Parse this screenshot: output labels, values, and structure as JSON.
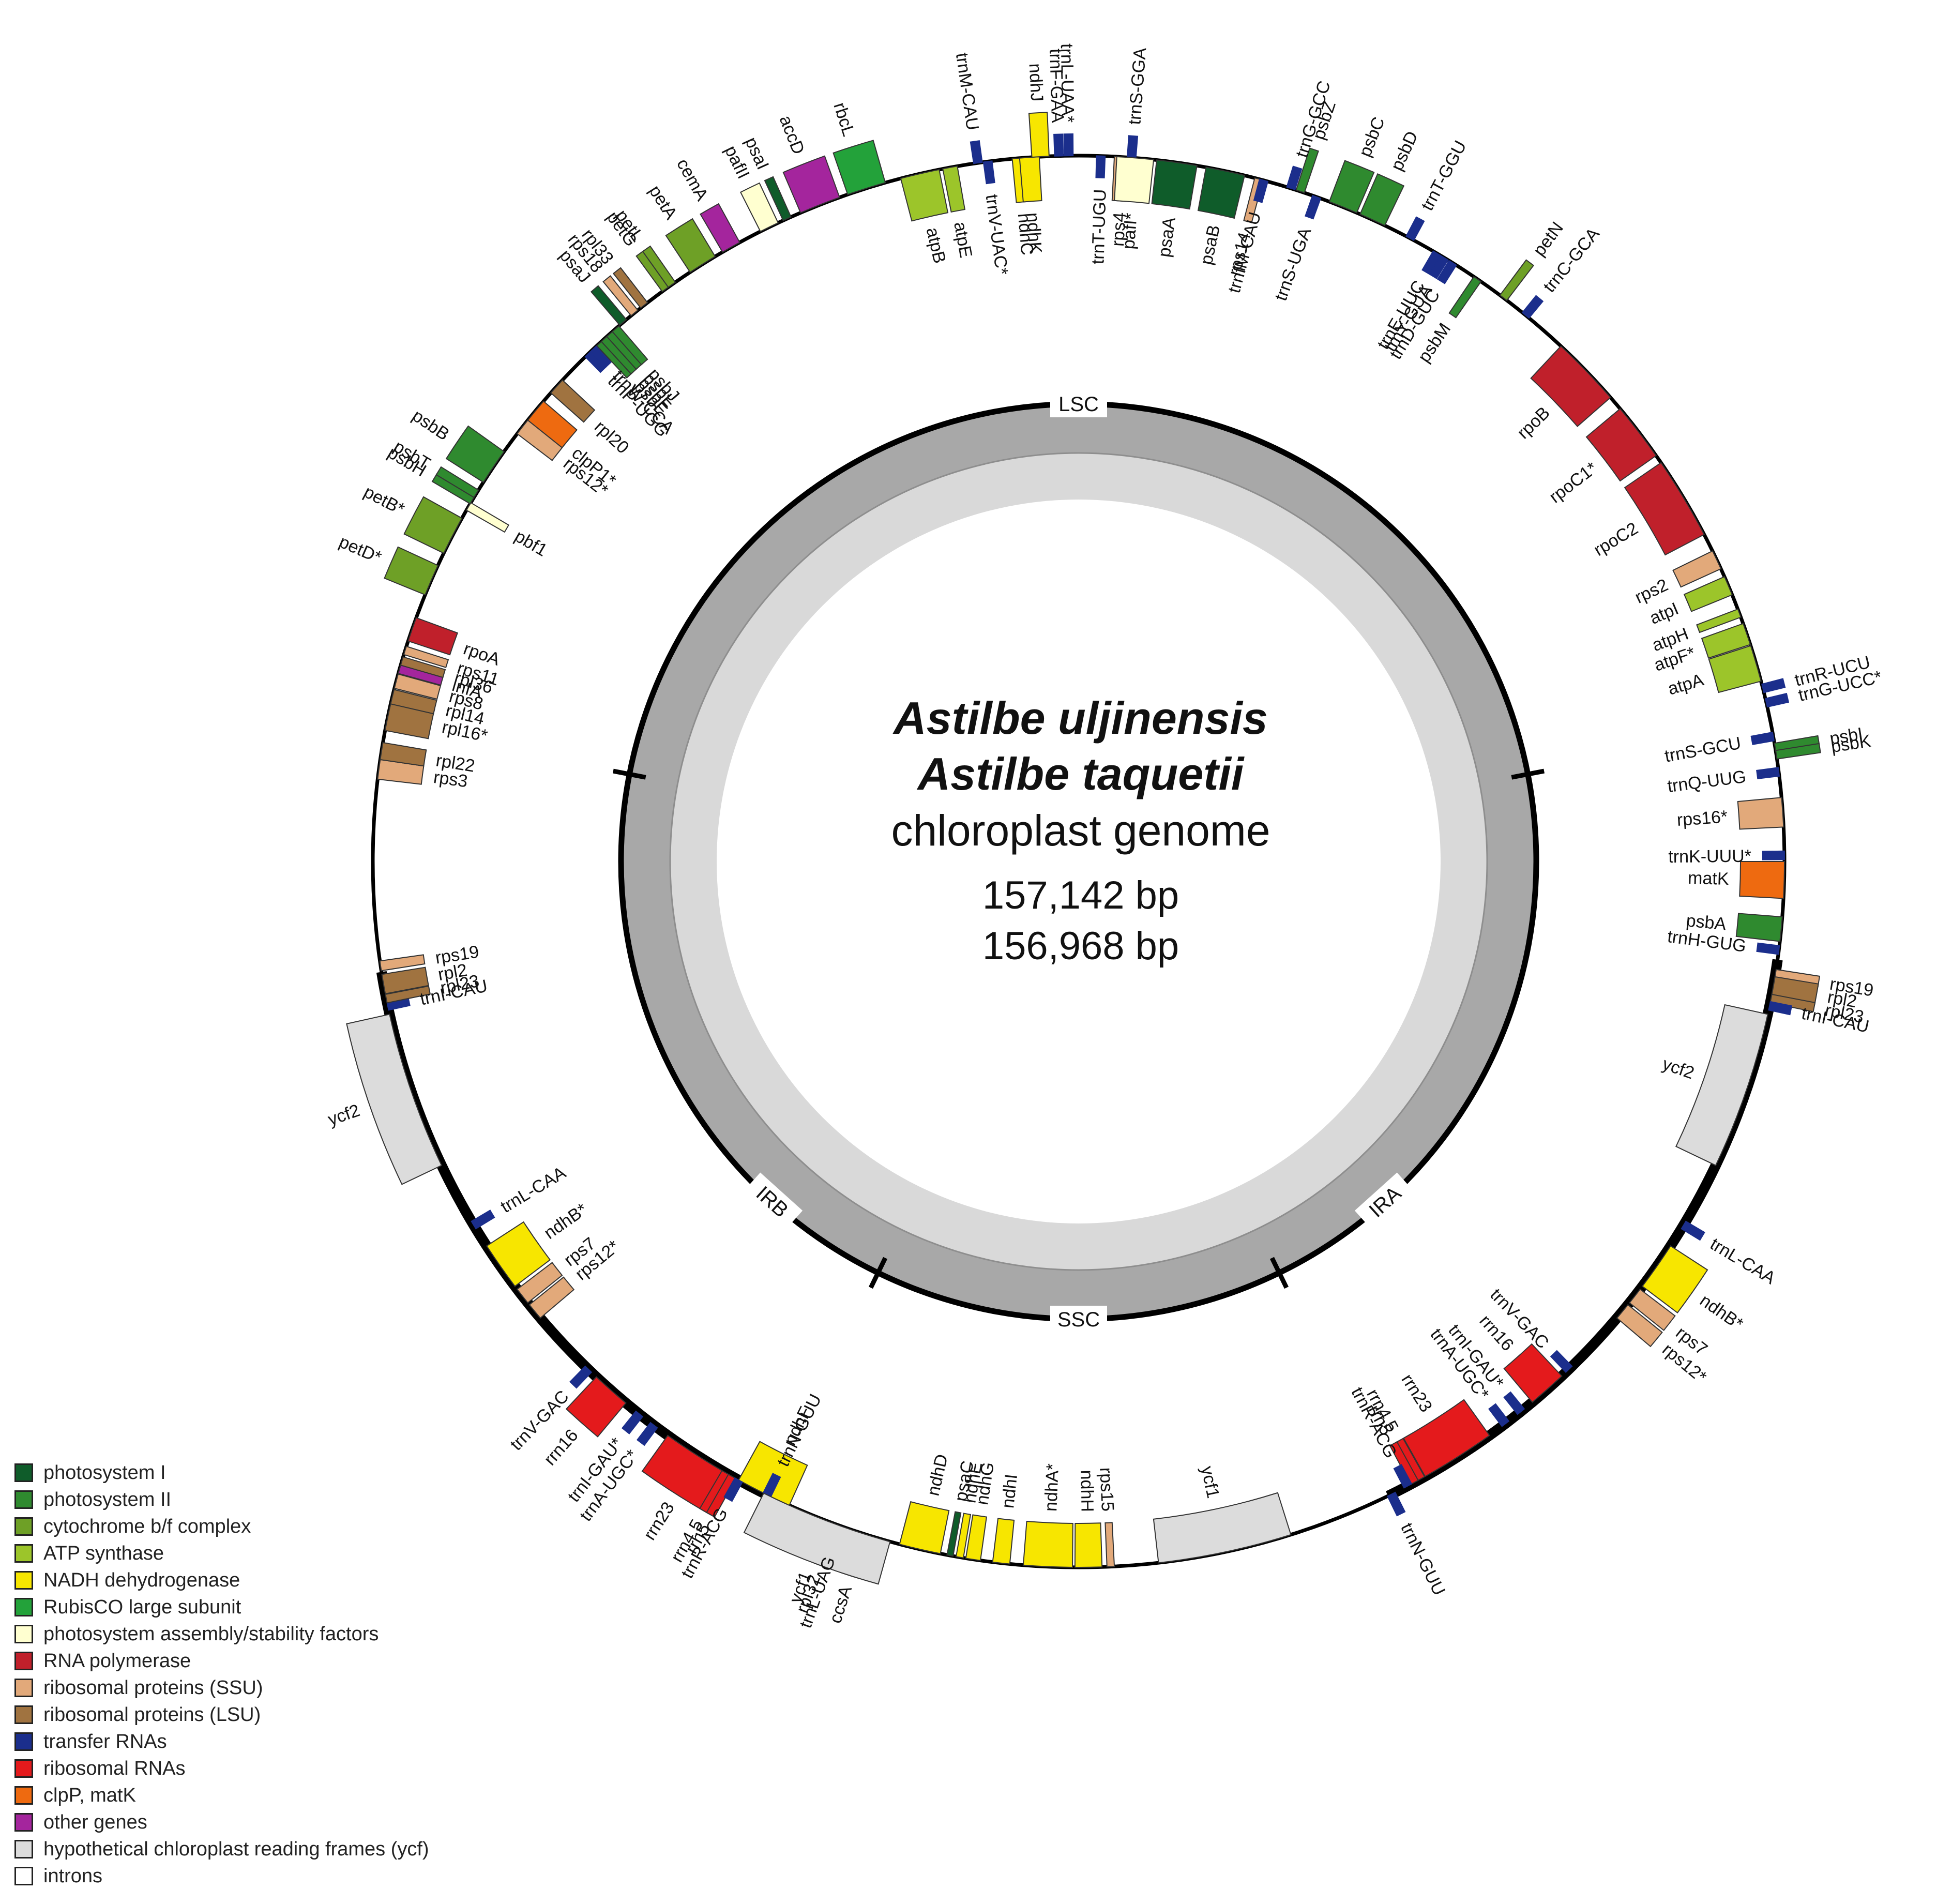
{
  "title": {
    "species_1": "Astilbe uljinensis",
    "species_2": "Astilbe taquetii",
    "subtitle": "chloroplast genome",
    "length_1": "157,142 bp",
    "length_2": "156,968 bp"
  },
  "regions": [
    {
      "label": "LSC"
    },
    {
      "label": "IRA"
    },
    {
      "label": "SSC"
    },
    {
      "label": "IRB"
    }
  ],
  "legend": [
    {
      "key": "psI",
      "label": "photosystem I",
      "color": "#0f5c2a"
    },
    {
      "key": "psII",
      "label": "photosystem II",
      "color": "#2f8a2f"
    },
    {
      "key": "cyt",
      "label": "cytochrome b/f complex",
      "color": "#6ea026"
    },
    {
      "key": "atp",
      "label": "ATP synthase",
      "color": "#9cc52a"
    },
    {
      "key": "ndh",
      "label": "NADH dehydrogenase",
      "color": "#f7e600"
    },
    {
      "key": "rbc",
      "label": "RubisCO large subunit",
      "color": "#23a23a"
    },
    {
      "key": "paf",
      "label": "photosystem assembly/stability factors",
      "color": "#ffffd0"
    },
    {
      "key": "rpo",
      "label": "RNA polymerase",
      "color": "#c0202b"
    },
    {
      "key": "ssu",
      "label": "ribosomal proteins (SSU)",
      "color": "#e2a97a"
    },
    {
      "key": "lsu",
      "label": "ribosomal proteins (LSU)",
      "color": "#a07340"
    },
    {
      "key": "trna",
      "label": "transfer RNAs",
      "color": "#1b2e8c"
    },
    {
      "key": "rrna",
      "label": "ribosomal RNAs",
      "color": "#e41a1c"
    },
    {
      "key": "clp",
      "label": "clpP, matK",
      "color": "#ee6a10"
    },
    {
      "key": "other",
      "label": "other genes",
      "color": "#a4259d"
    },
    {
      "key": "ycf",
      "label": "hypothetical chloroplast reading frames (ycf)",
      "color": "#dcdcdc"
    },
    {
      "key": "intron",
      "label": "introns",
      "color": "#ffffff"
    }
  ],
  "genes": [
    {
      "name": "psaA",
      "cat": "psI",
      "side": "in"
    },
    {
      "name": "psaB",
      "cat": "psI",
      "side": "in"
    },
    {
      "name": "rps14",
      "cat": "ssu",
      "side": "in"
    },
    {
      "name": "trnfM-CAU",
      "cat": "trna",
      "side": "in"
    },
    {
      "name": "trnG-GCC",
      "cat": "trna",
      "side": "out"
    },
    {
      "name": "psbZ",
      "cat": "psII",
      "side": "out"
    },
    {
      "name": "trnS-UGA",
      "cat": "trna",
      "side": "in"
    },
    {
      "name": "psbC",
      "cat": "psII",
      "side": "out"
    },
    {
      "name": "psbD",
      "cat": "psII",
      "side": "out"
    },
    {
      "name": "trnT-GGU",
      "cat": "trna",
      "side": "out"
    },
    {
      "name": "trnE-UUC",
      "cat": "trna",
      "side": "in"
    },
    {
      "name": "trnY-GUA",
      "cat": "trna",
      "side": "in"
    },
    {
      "name": "trnD-GUC",
      "cat": "trna",
      "side": "in"
    },
    {
      "name": "psbM",
      "cat": "psII",
      "side": "in"
    },
    {
      "name": "petN",
      "cat": "cyt",
      "side": "out"
    },
    {
      "name": "trnC-GCA",
      "cat": "trna",
      "side": "out"
    },
    {
      "name": "rpoB",
      "cat": "rpo",
      "side": "in"
    },
    {
      "name": "rpoC1*",
      "cat": "rpo",
      "side": "in"
    },
    {
      "name": "rpoC2",
      "cat": "rpo",
      "side": "in"
    },
    {
      "name": "rps2",
      "cat": "ssu",
      "side": "in"
    },
    {
      "name": "atpI",
      "cat": "atp",
      "side": "in"
    },
    {
      "name": "atpH",
      "cat": "atp",
      "side": "in"
    },
    {
      "name": "atpF*",
      "cat": "atp",
      "side": "in"
    },
    {
      "name": "atpA",
      "cat": "atp",
      "side": "in"
    },
    {
      "name": "trnR-UCU",
      "cat": "trna",
      "side": "out"
    },
    {
      "name": "trnG-UCC*",
      "cat": "trna",
      "side": "out"
    },
    {
      "name": "trnS-GCU",
      "cat": "trna",
      "side": "in"
    },
    {
      "name": "psbI",
      "cat": "psII",
      "side": "out"
    },
    {
      "name": "psbK",
      "cat": "psII",
      "side": "out"
    },
    {
      "name": "trnQ-UUG",
      "cat": "trna",
      "side": "in"
    },
    {
      "name": "rps16*",
      "cat": "ssu",
      "side": "in"
    },
    {
      "name": "trnK-UUU*",
      "cat": "trna",
      "side": "in"
    },
    {
      "name": "matK",
      "cat": "clp",
      "side": "in"
    },
    {
      "name": "psbA",
      "cat": "psII",
      "side": "in"
    },
    {
      "name": "trnH-GUG",
      "cat": "trna",
      "side": "in"
    },
    {
      "name": "rps19",
      "cat": "ssu",
      "side": "out"
    },
    {
      "name": "rpl2",
      "cat": "lsu",
      "side": "out"
    },
    {
      "name": "rpl23",
      "cat": "lsu",
      "side": "out"
    },
    {
      "name": "trnI-CAU",
      "cat": "trna",
      "side": "out"
    },
    {
      "name": "ycf2",
      "cat": "ycf",
      "side": "in"
    },
    {
      "name": "trnL-CAA",
      "cat": "trna",
      "side": "out"
    },
    {
      "name": "ndhB*",
      "cat": "ndh",
      "side": "out"
    },
    {
      "name": "rps7",
      "cat": "ssu",
      "side": "out"
    },
    {
      "name": "rps12*",
      "cat": "ssu",
      "side": "out"
    },
    {
      "name": "trnV-GAC",
      "cat": "trna",
      "side": "in"
    },
    {
      "name": "rrn16",
      "cat": "rrna",
      "side": "in"
    },
    {
      "name": "trnI-GAU*",
      "cat": "trna",
      "side": "in"
    },
    {
      "name": "trnA-UGC*",
      "cat": "trna",
      "side": "in"
    },
    {
      "name": "rrn23",
      "cat": "rrna",
      "side": "in"
    },
    {
      "name": "rrn4.5",
      "cat": "rrna",
      "side": "in"
    },
    {
      "name": "rrn5",
      "cat": "rrna",
      "side": "in"
    },
    {
      "name": "trnR-ACG",
      "cat": "trna",
      "side": "in"
    },
    {
      "name": "trnN-GUU",
      "cat": "trna",
      "side": "out"
    },
    {
      "name": "ycf1",
      "cat": "ycf",
      "side": "in"
    },
    {
      "name": "rps15",
      "cat": "ssu",
      "side": "in"
    },
    {
      "name": "ndhH",
      "cat": "ndh",
      "side": "in"
    },
    {
      "name": "ndhA*",
      "cat": "ndh",
      "side": "in"
    },
    {
      "name": "ndhI",
      "cat": "ndh",
      "side": "in"
    },
    {
      "name": "ndhG",
      "cat": "ndh",
      "side": "in"
    },
    {
      "name": "ndhE",
      "cat": "ndh",
      "side": "in"
    },
    {
      "name": "psaC",
      "cat": "psI",
      "side": "in"
    },
    {
      "name": "ndhD",
      "cat": "ndh",
      "side": "in"
    },
    {
      "name": "ccsA",
      "cat": "other",
      "side": "out"
    },
    {
      "name": "trnL-UAG",
      "cat": "trna",
      "side": "out"
    },
    {
      "name": "rpl32",
      "cat": "lsu",
      "side": "out"
    },
    {
      "name": "ndhF",
      "cat": "ndh",
      "side": "in"
    },
    {
      "name": "trnN-GUU",
      "cat": "trna",
      "side": "in"
    },
    {
      "name": "ycf1",
      "cat": "ycf",
      "side": "out"
    },
    {
      "name": "rrn23",
      "cat": "rrna",
      "side": "out"
    },
    {
      "name": "rrn4.5",
      "cat": "rrna",
      "side": "out"
    },
    {
      "name": "rrn5",
      "cat": "rrna",
      "side": "out"
    },
    {
      "name": "trnR-ACG",
      "cat": "trna",
      "side": "out"
    },
    {
      "name": "trnA-UGC*",
      "cat": "trna",
      "side": "out"
    },
    {
      "name": "trnI-GAU*",
      "cat": "trna",
      "side": "out"
    },
    {
      "name": "rrn16",
      "cat": "rrna",
      "side": "out"
    },
    {
      "name": "trnV-GAC",
      "cat": "trna",
      "side": "out"
    },
    {
      "name": "rps12*",
      "cat": "ssu",
      "side": "in"
    },
    {
      "name": "rps7",
      "cat": "ssu",
      "side": "in"
    },
    {
      "name": "ndhB*",
      "cat": "ndh",
      "side": "in"
    },
    {
      "name": "trnL-CAA",
      "cat": "trna",
      "side": "in"
    },
    {
      "name": "ycf2",
      "cat": "ycf",
      "side": "out"
    },
    {
      "name": "trnI-CAU",
      "cat": "trna",
      "side": "in"
    },
    {
      "name": "rpl23",
      "cat": "lsu",
      "side": "in"
    },
    {
      "name": "rpl2",
      "cat": "lsu",
      "side": "in"
    },
    {
      "name": "rps19",
      "cat": "ssu",
      "side": "in"
    },
    {
      "name": "rps3",
      "cat": "ssu",
      "side": "in"
    },
    {
      "name": "rpl22",
      "cat": "lsu",
      "side": "in"
    },
    {
      "name": "rpl16*",
      "cat": "lsu",
      "side": "in"
    },
    {
      "name": "rpl14",
      "cat": "lsu",
      "side": "in"
    },
    {
      "name": "rps8",
      "cat": "ssu",
      "side": "in"
    },
    {
      "name": "infA",
      "cat": "other",
      "side": "in"
    },
    {
      "name": "rpl36",
      "cat": "lsu",
      "side": "in"
    },
    {
      "name": "rps11",
      "cat": "ssu",
      "side": "in"
    },
    {
      "name": "rpoA",
      "cat": "rpo",
      "side": "in"
    },
    {
      "name": "petD*",
      "cat": "cyt",
      "side": "out"
    },
    {
      "name": "petB*",
      "cat": "cyt",
      "side": "out"
    },
    {
      "name": "pbf1",
      "cat": "paf",
      "side": "in"
    },
    {
      "name": "psbH",
      "cat": "psII",
      "side": "out"
    },
    {
      "name": "psbT",
      "cat": "psII",
      "side": "out"
    },
    {
      "name": "psbB",
      "cat": "psII",
      "side": "out"
    },
    {
      "name": "clpP1*",
      "cat": "clp",
      "side": "in"
    },
    {
      "name": "rps12*",
      "cat": "ssu",
      "side": "in"
    },
    {
      "name": "rpl20",
      "cat": "lsu",
      "side": "in"
    },
    {
      "name": "trnP-UGG",
      "cat": "trna",
      "side": "in"
    },
    {
      "name": "trnW-CCA",
      "cat": "trna",
      "side": "in"
    },
    {
      "name": "psbE",
      "cat": "psII",
      "side": "in"
    },
    {
      "name": "psbF",
      "cat": "psII",
      "side": "in"
    },
    {
      "name": "psbL",
      "cat": "psII",
      "side": "in"
    },
    {
      "name": "psbJ",
      "cat": "psII",
      "side": "in"
    },
    {
      "name": "psaJ",
      "cat": "psI",
      "side": "out"
    },
    {
      "name": "rps18",
      "cat": "ssu",
      "side": "out"
    },
    {
      "name": "rpl33",
      "cat": "lsu",
      "side": "out"
    },
    {
      "name": "petG",
      "cat": "cyt",
      "side": "out"
    },
    {
      "name": "petL",
      "cat": "cyt",
      "side": "out"
    },
    {
      "name": "petA",
      "cat": "cyt",
      "side": "out"
    },
    {
      "name": "cemA",
      "cat": "other",
      "side": "out"
    },
    {
      "name": "pafII",
      "cat": "paf",
      "side": "out"
    },
    {
      "name": "psaI",
      "cat": "psI",
      "side": "out"
    },
    {
      "name": "accD",
      "cat": "other",
      "side": "out"
    },
    {
      "name": "rbcL",
      "cat": "rbc",
      "side": "out"
    },
    {
      "name": "atpB",
      "cat": "atp",
      "side": "in"
    },
    {
      "name": "atpE",
      "cat": "atp",
      "side": "in"
    },
    {
      "name": "trnM-CAU",
      "cat": "trna",
      "side": "out"
    },
    {
      "name": "trnV-UAC*",
      "cat": "trna",
      "side": "in"
    },
    {
      "name": "ndhC",
      "cat": "ndh",
      "side": "in"
    },
    {
      "name": "ndhK",
      "cat": "ndh",
      "side": "in"
    },
    {
      "name": "ndhJ",
      "cat": "ndh",
      "side": "out"
    },
    {
      "name": "trnF-GAA",
      "cat": "trna",
      "side": "out"
    },
    {
      "name": "trnL-UAA*",
      "cat": "trna",
      "side": "out"
    },
    {
      "name": "trnT-UGU",
      "cat": "trna",
      "side": "in"
    },
    {
      "name": "rps4",
      "cat": "ssu",
      "side": "in"
    },
    {
      "name": "trnS-GGA",
      "cat": "trna",
      "side": "out"
    },
    {
      "name": "pafI*",
      "cat": "paf",
      "side": "in"
    }
  ]
}
